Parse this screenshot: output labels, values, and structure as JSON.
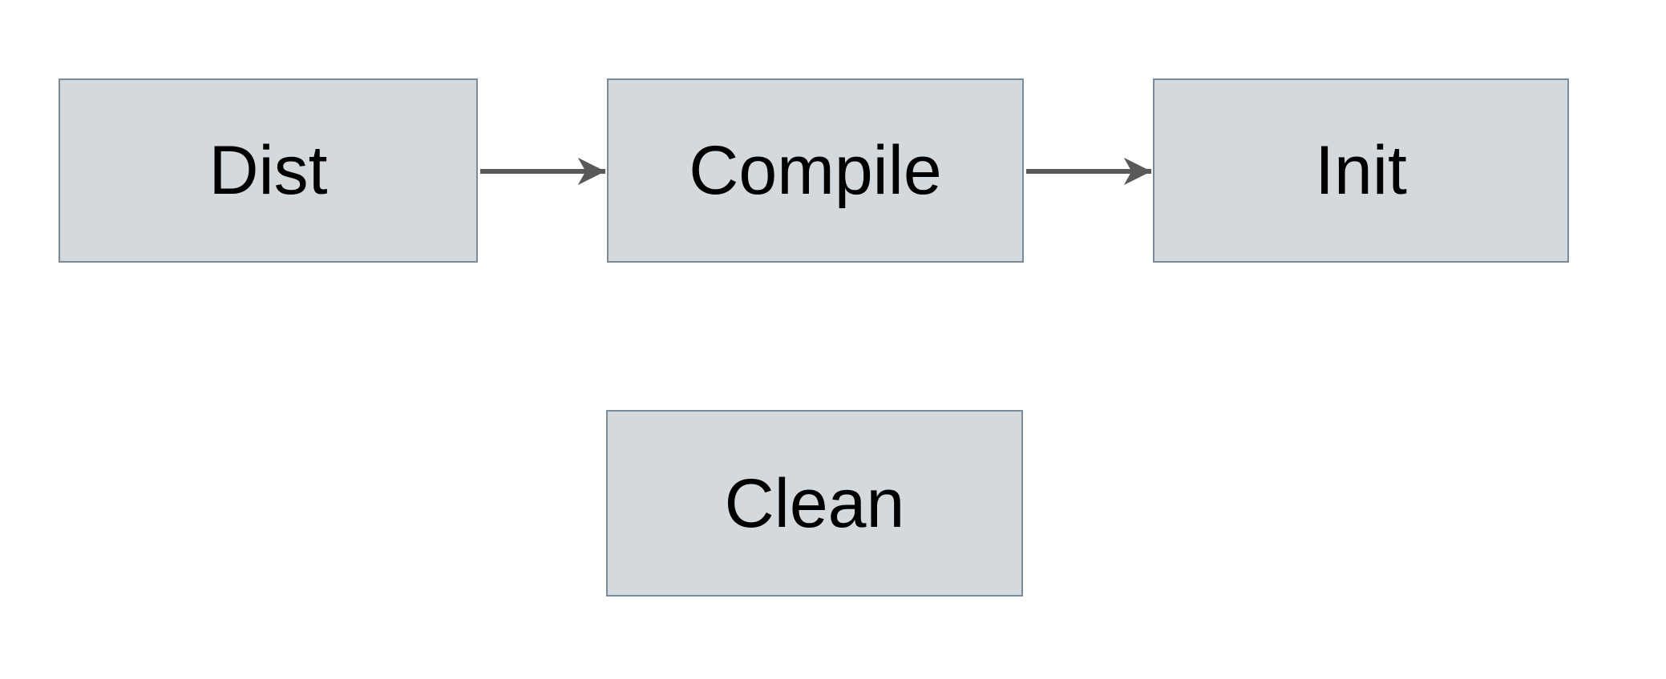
{
  "diagram": {
    "nodes": [
      {
        "id": "dist",
        "label": "Dist"
      },
      {
        "id": "compile",
        "label": "Compile"
      },
      {
        "id": "init",
        "label": "Init"
      },
      {
        "id": "clean",
        "label": "Clean"
      }
    ],
    "edges": [
      {
        "from": "dist",
        "to": "compile",
        "name": "edge-dist-to-compile"
      },
      {
        "from": "compile",
        "to": "init",
        "name": "edge-compile-to-init"
      }
    ],
    "colors": {
      "canvas-bg": "#ffffff",
      "node-fill": "#d3d9dc",
      "node-border": "#7a8c99",
      "arrow-color": "#595959",
      "text-color": "#000000"
    }
  }
}
